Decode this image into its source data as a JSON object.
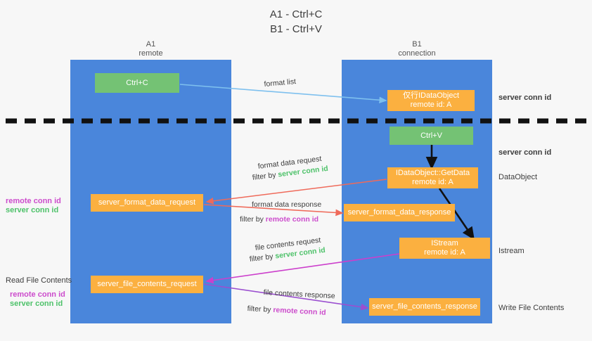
{
  "title": {
    "line1": "A1 - Ctrl+C",
    "line2": "B1 - Ctrl+V"
  },
  "lanes": [
    {
      "name": "A1",
      "sub": "remote"
    },
    {
      "name": "B1",
      "sub": "connection"
    }
  ],
  "boxes": {
    "ctrl_c": "Ctrl+C",
    "ctrl_v": "Ctrl+V",
    "idataobject_top_l1": "仅行IDataObject",
    "idataobject_top_l2": "remote id: A",
    "getdata_l1": "IDataObject::GetData",
    "getdata_l2": "remote id: A",
    "istream_l1": "IStream",
    "istream_l2": "remote id: A",
    "server_format_data_request": "server_format_data_request",
    "server_format_data_response": "server_format_data_response",
    "server_file_contents_request": "server_file_contents_request",
    "server_file_contents_response": "server_file_contents_response"
  },
  "right_labels": {
    "server_conn_id_1": "server conn id",
    "server_conn_id_2": "server conn id",
    "dataobject": "DataObject",
    "istream": "Istream",
    "write_file_contents": "Write File Contents"
  },
  "left_labels": {
    "remote_conn_id_1": "remote conn id",
    "server_conn_id_1": "server conn id",
    "read_file_contents": "Read File Contents",
    "remote_conn_id_2": "remote conn id",
    "server_conn_id_2": "server conn id"
  },
  "mid_labels": {
    "format_list": "format list",
    "format_data_request": "format data request",
    "filter_by_1": "filter by ",
    "filter_by_1_tag": "server conn id",
    "format_data_response": "format data response",
    "filter_by_2": "filter by ",
    "filter_by_2_tag": "remote conn id",
    "file_contents_request": "file contents request",
    "filter_by_3": "filter by ",
    "filter_by_3_tag": "server conn id",
    "file_contents_response": "file contents response",
    "filter_by_4": "filter by ",
    "filter_by_4_tag": "remote conn id"
  },
  "colors": {
    "lane": "#4a86db",
    "green_box": "#74c274",
    "orange_box": "#fbb040",
    "server_conn_id": "#4ec26a",
    "remote_conn_id": "#cc4ccc",
    "arrow_blue": "#7ec0ee",
    "arrow_red": "#ef6a5a",
    "arrow_magenta": "#cc3fcc",
    "arrow_purple": "#9b4fd0",
    "arrow_black": "#000000",
    "background": "#f7f7f7"
  }
}
